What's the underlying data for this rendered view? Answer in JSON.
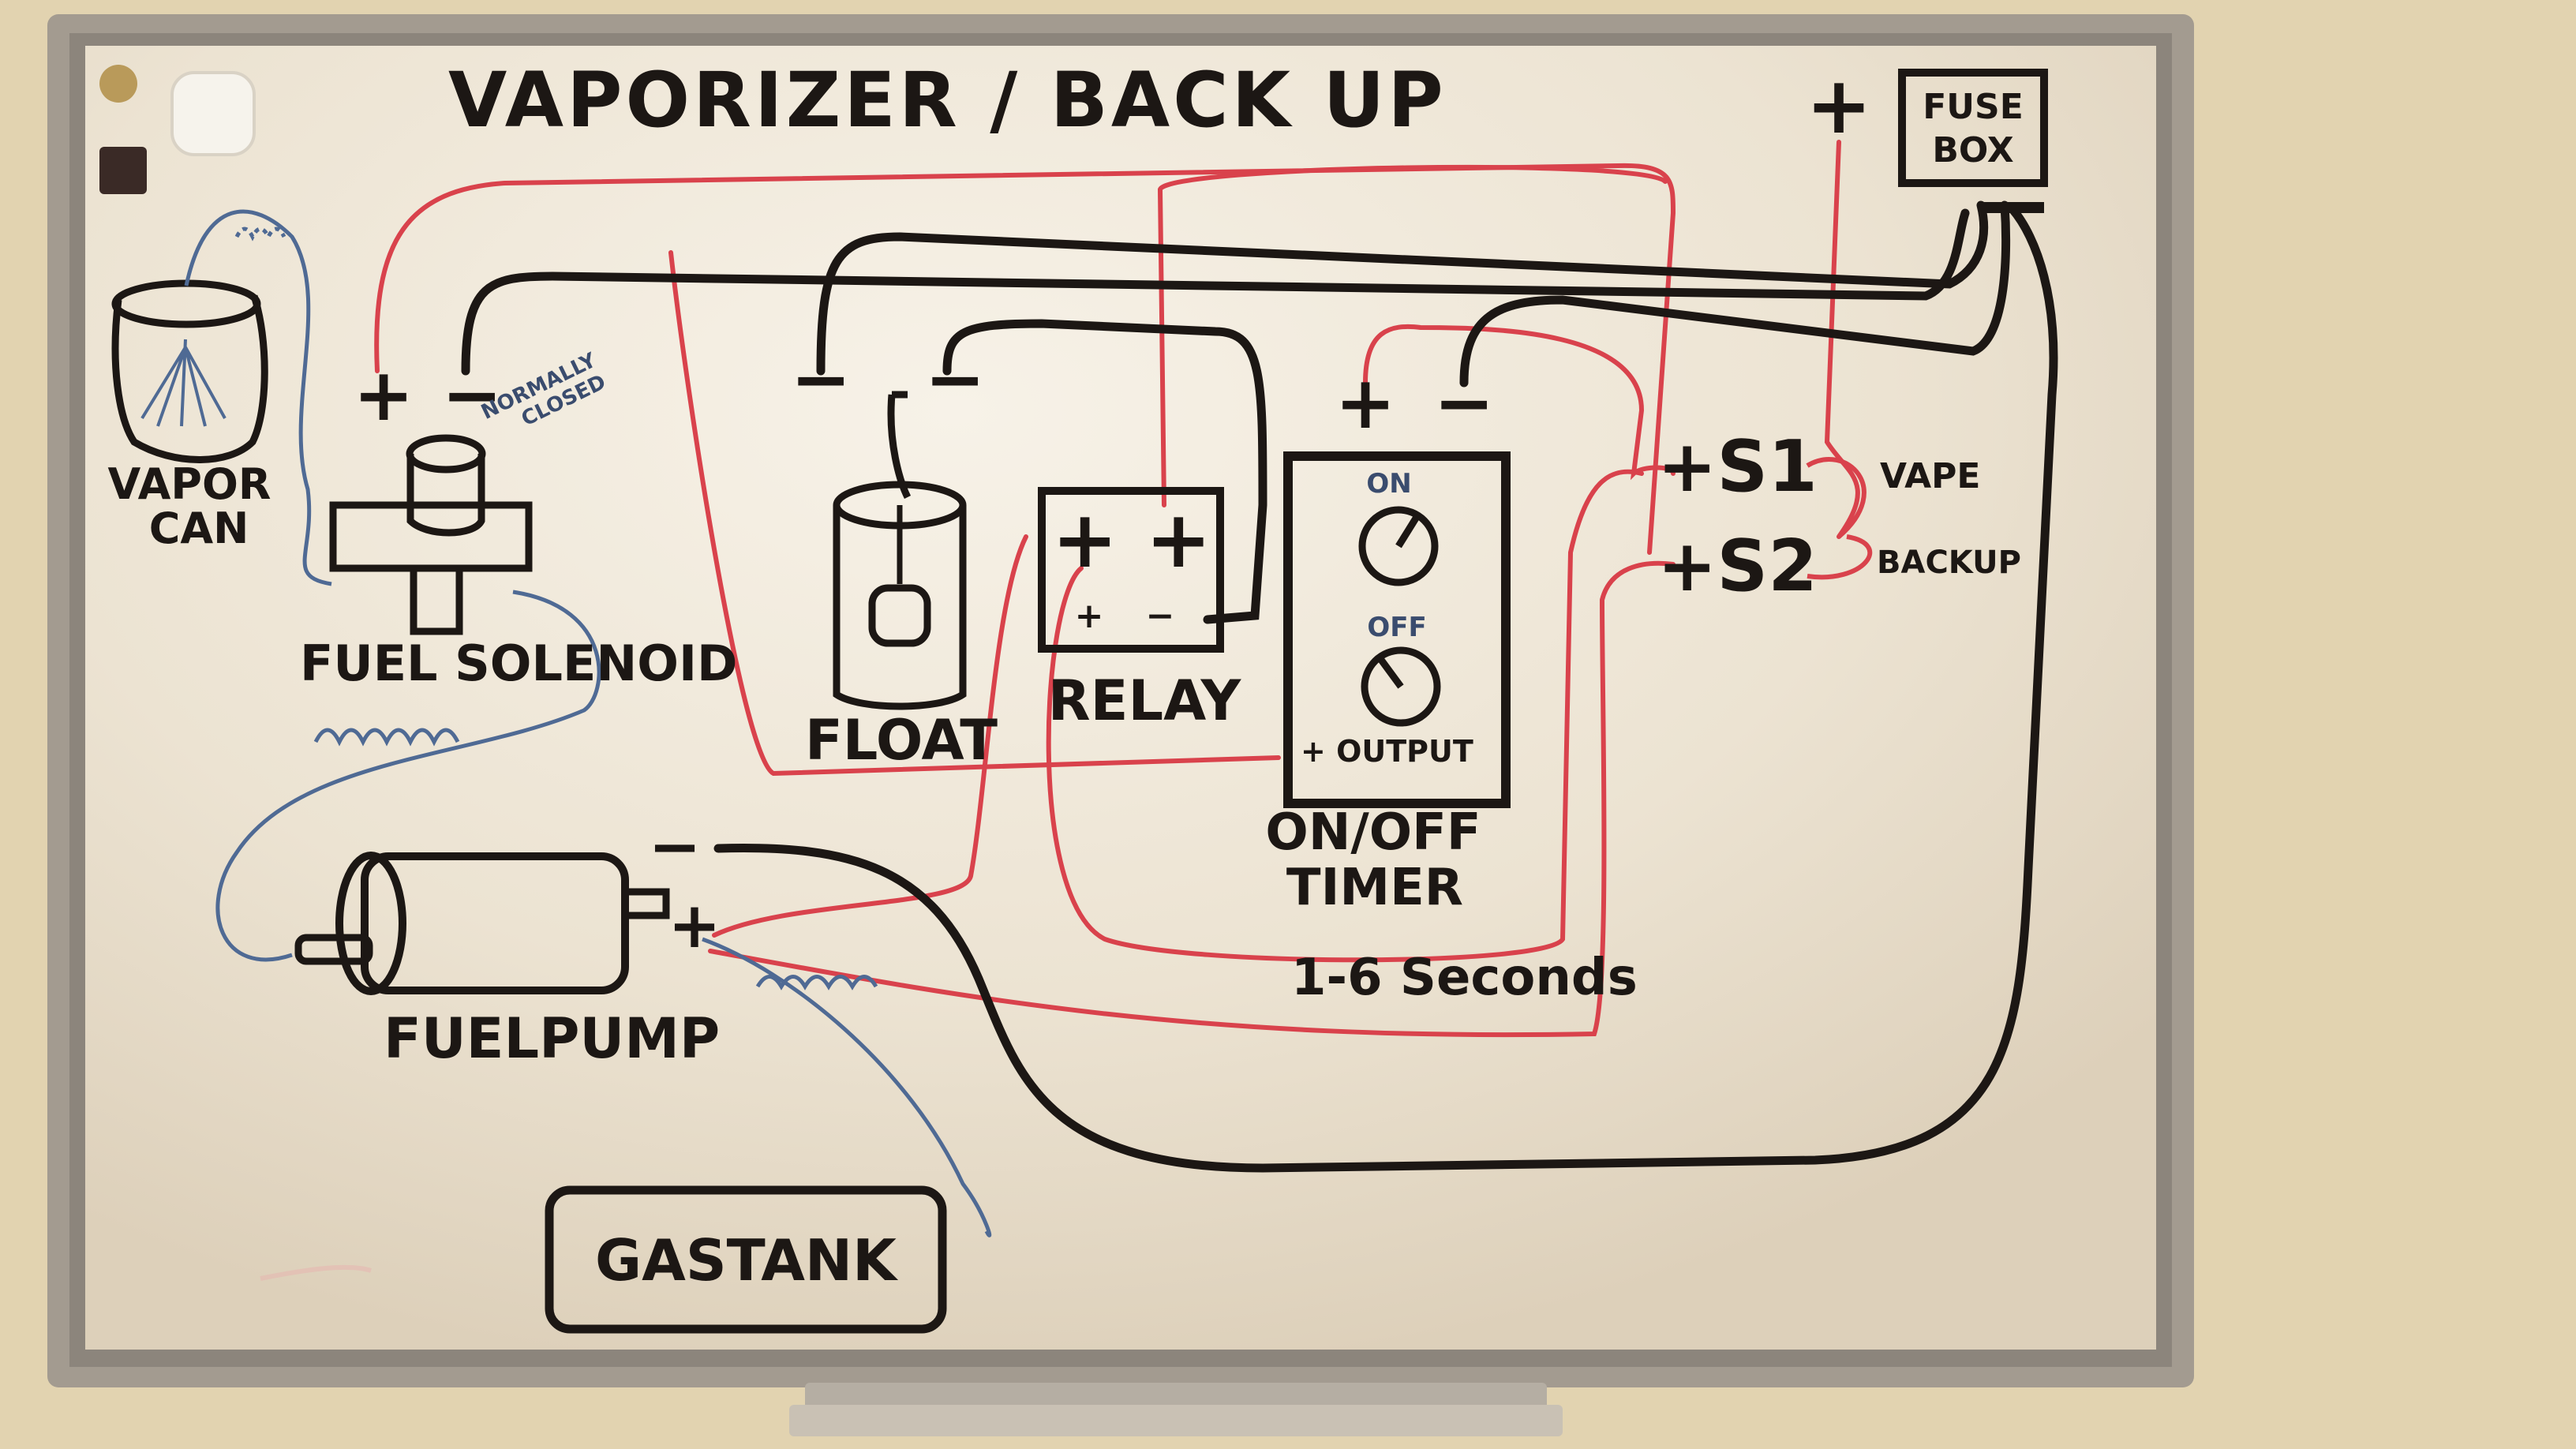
{
  "title": "VAPORIZER / BACK UP",
  "components": {
    "vapor_can": "VAPOR CAN",
    "fuel_solenoid": "FUEL SOLENOID",
    "normally_closed": "NORMALLY CLOSED",
    "float": "FLOAT",
    "relay": "RELAY",
    "timer": "ON/OFF TIMER",
    "timer_on": "ON",
    "timer_off": "OFF",
    "timer_output": "+ OUTPUT",
    "fuel_pump": "FUELPUMP",
    "gas_tank": "GASTANK",
    "fuse_box": "FUSE BOX",
    "switch_s1": "+S1",
    "switch_s2": "+S2",
    "vape": "VAPE",
    "backup": "BACKUP",
    "timer_range": "1-6 Seconds"
  },
  "terminals": {
    "plus": "+",
    "minus": "−",
    "relay_top": "+ +",
    "relay_bottom_plus": "+",
    "relay_bottom_minus": "−"
  },
  "colors": {
    "board": "#efe7d8",
    "frame": "#9a9288",
    "wall": "#e2d3b0",
    "ink_black": "#1c1714",
    "wire_red": "#d9424c",
    "hose_blue": "#4f6a94"
  }
}
